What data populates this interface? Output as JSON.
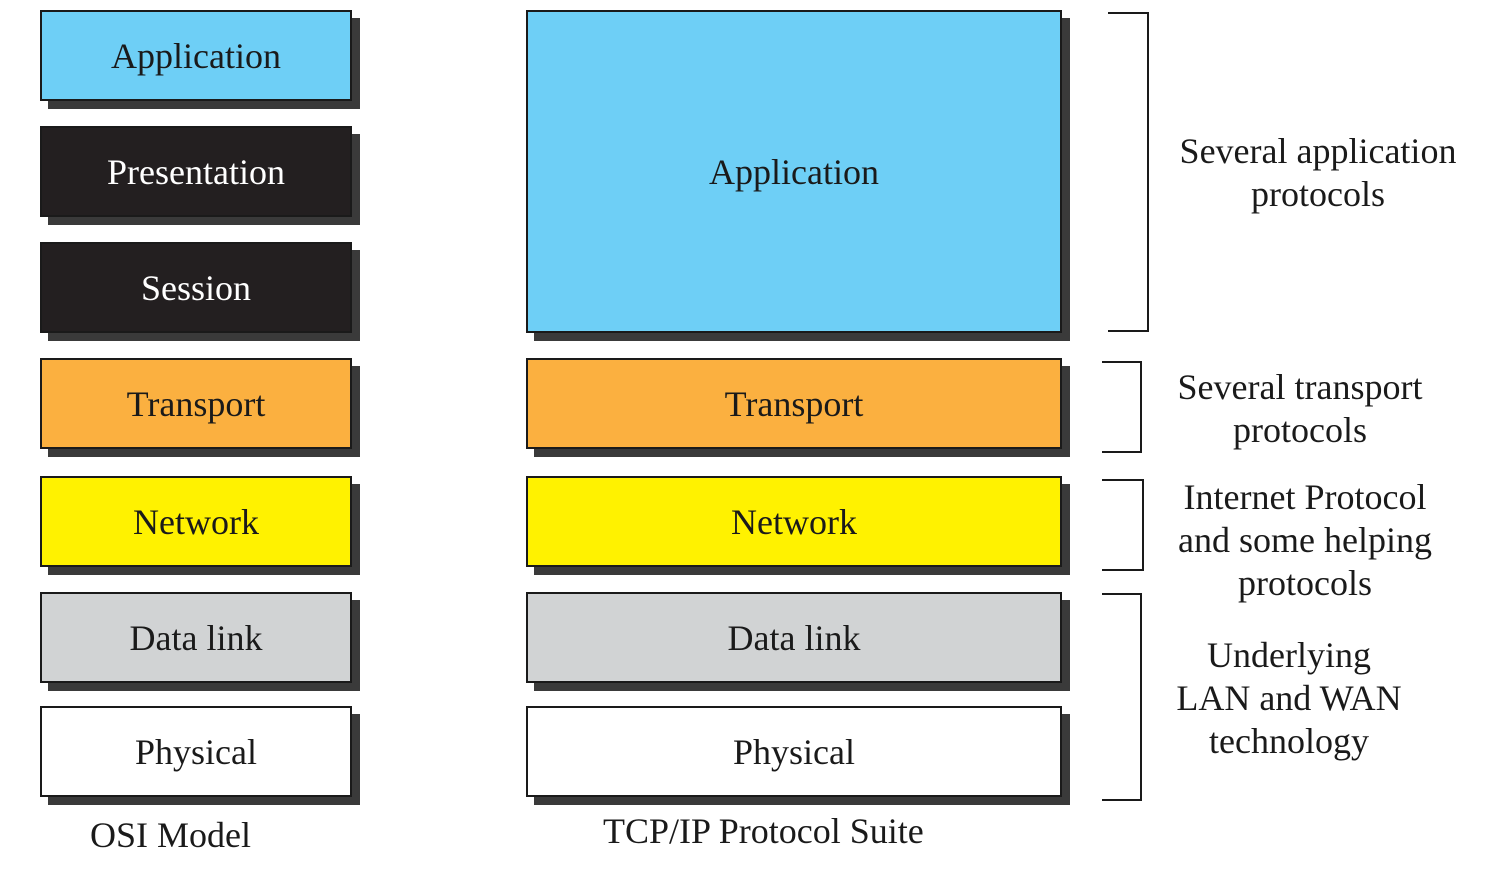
{
  "osi": {
    "caption": "OSI Model",
    "layers": [
      {
        "label": "Application",
        "color": "#6ecff6"
      },
      {
        "label": "Presentation",
        "color": "#231f20"
      },
      {
        "label": "Session",
        "color": "#231f20"
      },
      {
        "label": "Transport",
        "color": "#fbb040"
      },
      {
        "label": "Network",
        "color": "#fff200"
      },
      {
        "label": "Data link",
        "color": "#d1d3d4"
      },
      {
        "label": "Physical",
        "color": "#ffffff"
      }
    ]
  },
  "tcpip": {
    "caption": "TCP/IP Protocol Suite",
    "layers": [
      {
        "label": "Application",
        "color": "#6ecff6"
      },
      {
        "label": "Transport",
        "color": "#fbb040"
      },
      {
        "label": "Network",
        "color": "#fff200"
      },
      {
        "label": "Data link",
        "color": "#d1d3d4"
      },
      {
        "label": "Physical",
        "color": "#ffffff"
      }
    ]
  },
  "annotations": [
    {
      "line1": "Several application",
      "line2": "protocols"
    },
    {
      "line1": "Several transport",
      "line2": "protocols"
    },
    {
      "line1": "Internet Protocol",
      "line2": "and some helping",
      "line3": "protocols"
    },
    {
      "line1": "Underlying",
      "line2": "LAN and WAN",
      "line3": "technology"
    }
  ]
}
